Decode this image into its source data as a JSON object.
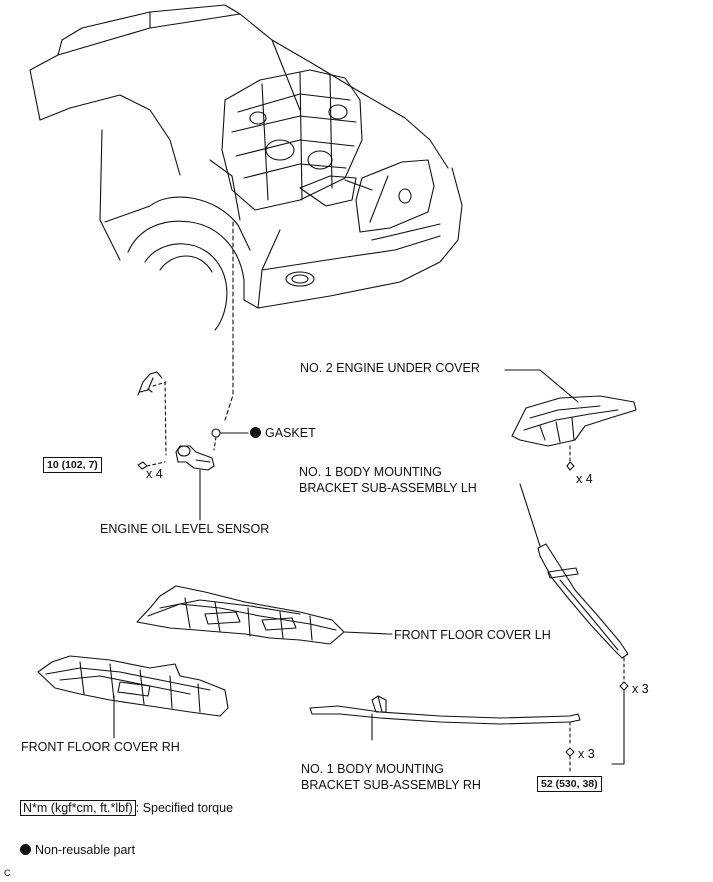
{
  "labels": {
    "gasket": "GASKET",
    "engine_oil_level_sensor": "ENGINE OIL LEVEL SENSOR",
    "no2_engine_under_cover": "NO. 2 ENGINE UNDER COVER",
    "body_bracket_lh_line1": "NO. 1 BODY MOUNTING",
    "body_bracket_lh_line2": "BRACKET SUB-ASSEMBLY LH",
    "front_floor_cover_lh": "FRONT FLOOR COVER LH",
    "front_floor_cover_rh": "FRONT FLOOR COVER RH",
    "body_bracket_rh_line1": "NO. 1 BODY MOUNTING",
    "body_bracket_rh_line2": "BRACKET SUB-ASSEMBLY RH"
  },
  "quantities": {
    "sensor_bolts": "x 4",
    "under_cover_bolts": "x 4",
    "bracket_lh_bolts": "x 3",
    "bracket_rh_bolts": "x 3"
  },
  "torque": {
    "sensor": "10 (102, 7)",
    "bracket": "52 (530, 38)"
  },
  "legend": {
    "torque_unit": "N*m (kgf*cm, ft.*lbf)",
    "torque_desc": ": Specified torque",
    "non_reusable": "Non-reusable part"
  },
  "corner_mark": "C"
}
